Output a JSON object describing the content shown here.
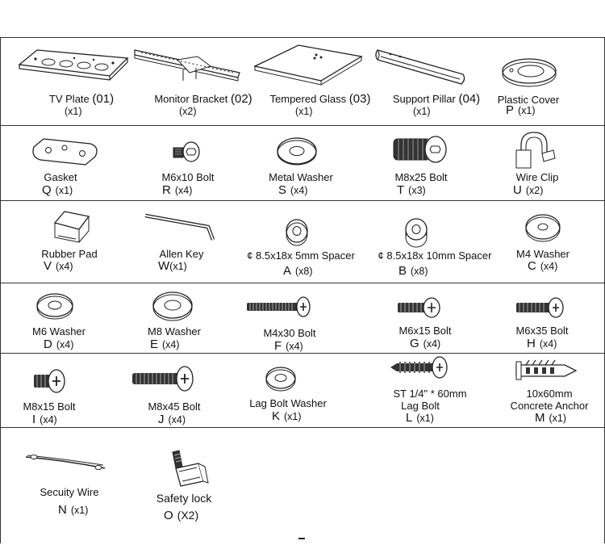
{
  "parts": [
    {
      "name": "TV Plate",
      "code": "(01)",
      "qty": "(x1)"
    },
    {
      "name": "Monitor Bracket",
      "code": "(02)",
      "qty": "(x2)"
    },
    {
      "name": "Tempered Glass",
      "code": "(03)",
      "qty": "(x1)"
    },
    {
      "name": "Support Pillar",
      "code": "(04)",
      "qty": "(x1)"
    },
    {
      "name": "Plastic Cover",
      "letter": "P",
      "qty": "(x1)"
    },
    {
      "name": "Gasket",
      "letter": "Q",
      "qty": "(x1)"
    },
    {
      "name": "M6x10 Bolt",
      "letter": "R",
      "qty": "(x4)"
    },
    {
      "name": "Metal Washer",
      "letter": "S",
      "qty": "(x4)"
    },
    {
      "name": "M8x25 Bolt",
      "letter": "T",
      "qty": "(x3)"
    },
    {
      "name": "Wire Clip",
      "letter": "U",
      "qty": "(x2)"
    },
    {
      "name": "Rubber Pad",
      "letter": "V",
      "qty": "(x4)"
    },
    {
      "name": "Allen Key",
      "letter": "W",
      "qty": "(x1)"
    },
    {
      "name": "¢ 8.5x18x 5mm  Spacer",
      "letter": "A",
      "qty": "(x8)"
    },
    {
      "name": "¢ 8.5x18x 10mm  Spacer",
      "letter": "B",
      "qty": "(x8)"
    },
    {
      "name": "M4 Washer",
      "letter": "C",
      "qty": "(x4)"
    },
    {
      "name": "M6 Washer",
      "letter": "D",
      "qty": "(x4)"
    },
    {
      "name": "M8 Washer",
      "letter": "E",
      "qty": "(x4)"
    },
    {
      "name": "M4x30 Bolt",
      "letter": "F",
      "qty": "(x4)"
    },
    {
      "name": "M6x15 Bolt",
      "letter": "G",
      "qty": "(x4)"
    },
    {
      "name": "M6x35 Bolt",
      "letter": "H",
      "qty": "(x4)"
    },
    {
      "name": "M8x15 Bolt",
      "letter": "I",
      "qty": "(x4)"
    },
    {
      "name": "M8x45 Bolt",
      "letter": "J",
      "qty": "(x4)"
    },
    {
      "name": "Lag Bolt Washer",
      "letter": "K",
      "qty": "(x1)"
    },
    {
      "name": "ST 1/4\" * 60mm",
      "subname": "Lag Bolt",
      "letter": "L",
      "qty": "(x1)"
    },
    {
      "name": "10x60mm",
      "subname": "Concrete Anchor",
      "letter": "M",
      "qty": "(x1)"
    },
    {
      "name": "Secuity Wire",
      "letter": "N",
      "qty": "(x1)"
    },
    {
      "name": "Safety lock",
      "letter": "O",
      "qty": "(X2)"
    }
  ]
}
